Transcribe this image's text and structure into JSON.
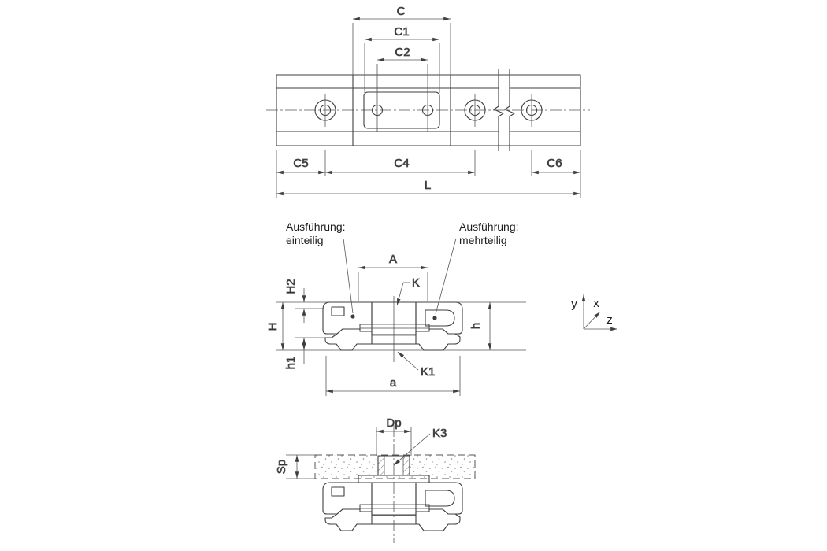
{
  "colors": {
    "line": "#3f3f3f",
    "dim_line": "#565656",
    "text": "#1c1c1c",
    "background": "#ffffff"
  },
  "top_view": {
    "dim_labels": {
      "c": "C",
      "c1": "C1",
      "c2": "C2",
      "c5": "C5",
      "c4": "C4",
      "c6": "C6",
      "l": "L"
    }
  },
  "section_view": {
    "dim_labels": {
      "a_top": "A",
      "k": "K",
      "h2": "H2",
      "h_total": "H",
      "h1": "h1",
      "h_rail": "h",
      "k1": "K1",
      "a_bottom": "a"
    },
    "annotations": {
      "one_piece": {
        "line1": "Ausführung:",
        "line2": "einteilig"
      },
      "multi_piece": {
        "line1": "Ausführung:",
        "line2": "mehrteilig"
      }
    }
  },
  "coordinate_axes": {
    "x_label": "x",
    "y_label": "y",
    "z_label": "z"
  },
  "mounting_view": {
    "dim_labels": {
      "dp": "Dp",
      "k3": "K3",
      "sp": "Sp"
    }
  }
}
